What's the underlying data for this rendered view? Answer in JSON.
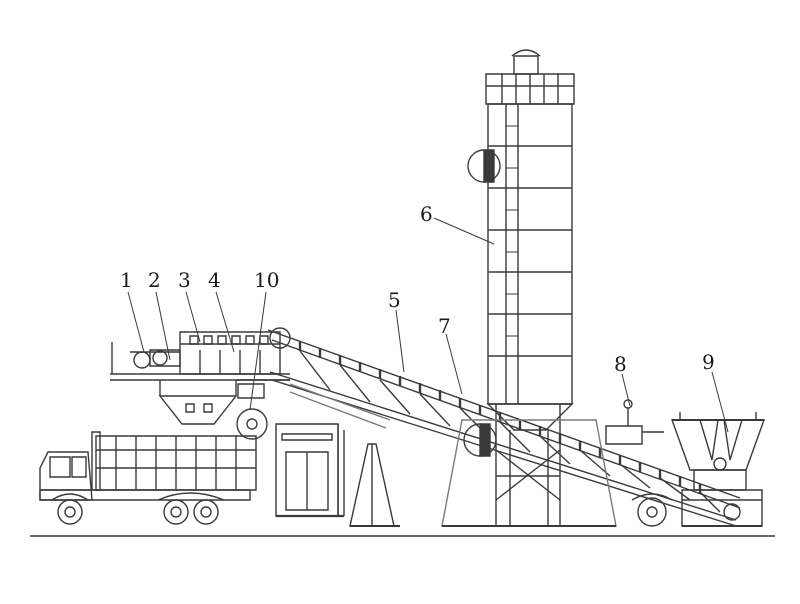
{
  "labels": {
    "l1": "1",
    "l2": "2",
    "l3": "3",
    "l4": "4",
    "l5": "5",
    "l6": "6",
    "l7": "7",
    "l8": "8",
    "l9": "9",
    "l10": "10"
  },
  "colors": {
    "ink": "#3a3a3a",
    "light_ink": "#7a7a7a",
    "background": "#ffffff"
  }
}
